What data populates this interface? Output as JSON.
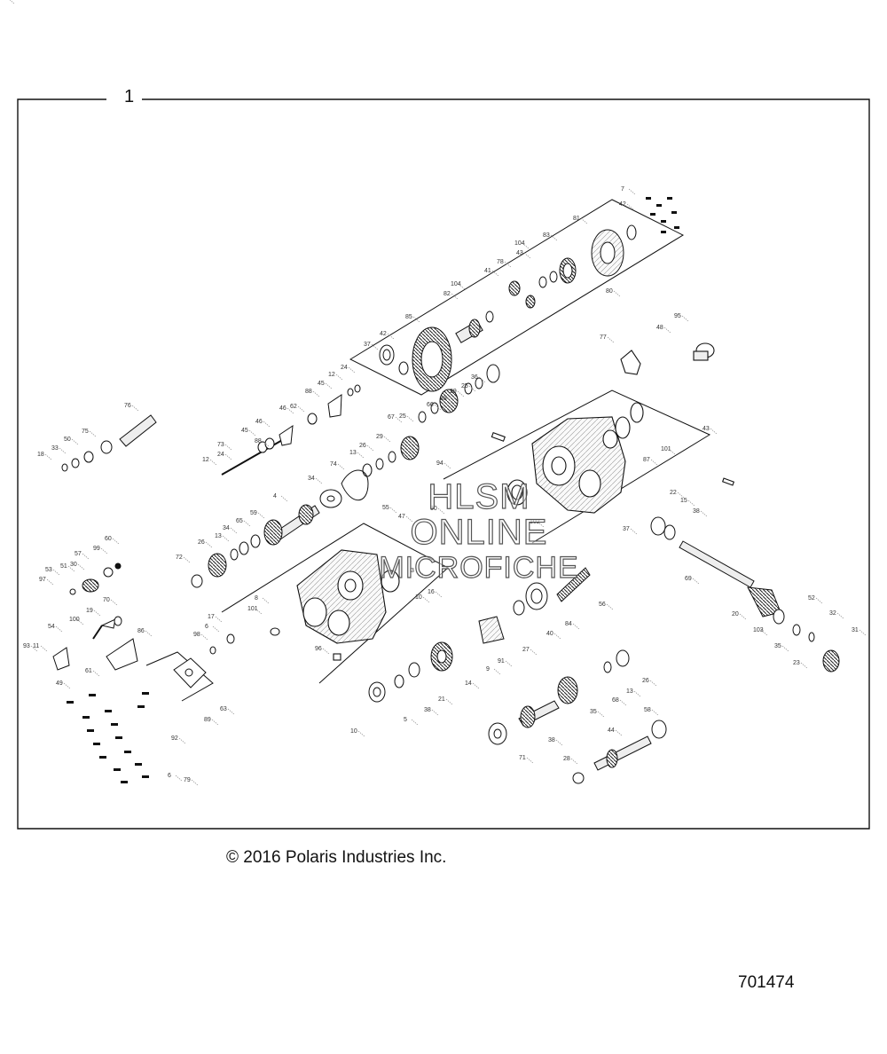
{
  "diagram": {
    "box_number": "1",
    "copyright": "© 2016 Polaris Industries Inc.",
    "figure_number": "701474",
    "watermark": [
      "HLSM",
      "ONLINE",
      "MICROFICHE"
    ],
    "part_labels": [
      "7",
      "42",
      "81",
      "83",
      "104",
      "43",
      "78",
      "41",
      "104",
      "82",
      "85",
      "80",
      "37",
      "42",
      "12",
      "24",
      "45",
      "88",
      "46",
      "62",
      "12",
      "24",
      "73",
      "45",
      "88",
      "46",
      "76",
      "75",
      "50",
      "33",
      "18",
      "95",
      "48",
      "77",
      "36",
      "25",
      "29",
      "39",
      "66",
      "67",
      "25",
      "29",
      "26",
      "13",
      "34",
      "74",
      "94",
      "55",
      "47",
      "90",
      "4",
      "59",
      "65",
      "34",
      "13",
      "26",
      "72",
      "43",
      "87",
      "101",
      "102",
      "37",
      "22",
      "15",
      "38",
      "69",
      "60",
      "99",
      "57",
      "53",
      "51",
      "30",
      "97",
      "20",
      "52",
      "32",
      "31",
      "103",
      "35",
      "23",
      "19",
      "70",
      "54",
      "100",
      "86",
      "93",
      "11",
      "61",
      "49",
      "8",
      "101",
      "17",
      "98",
      "6",
      "96",
      "3",
      "16",
      "10",
      "56",
      "84",
      "40",
      "27",
      "91",
      "9",
      "10",
      "89",
      "63",
      "79",
      "92",
      "6",
      "5",
      "38",
      "21",
      "14",
      "68",
      "13",
      "26",
      "35",
      "71",
      "38",
      "58",
      "44",
      "28",
      "43"
    ]
  }
}
